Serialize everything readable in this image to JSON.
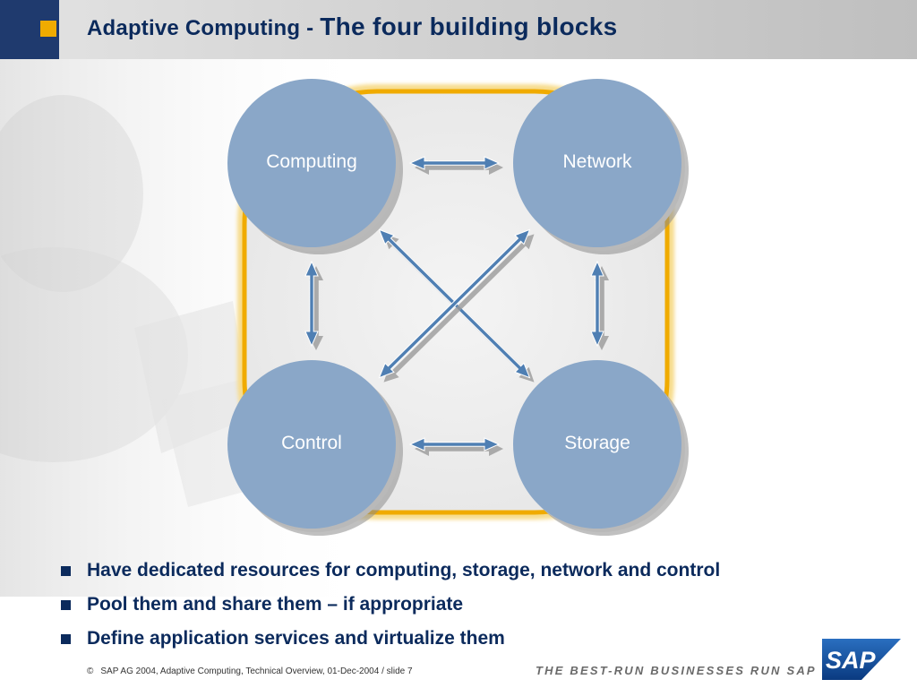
{
  "header": {
    "title_part1": "Adaptive Computing - ",
    "title_part2": "The four building blocks"
  },
  "diagram": {
    "nodes": [
      {
        "id": "computing",
        "label": "Computing"
      },
      {
        "id": "network",
        "label": "Network"
      },
      {
        "id": "control",
        "label": "Control"
      },
      {
        "id": "storage",
        "label": "Storage"
      }
    ],
    "connections": [
      [
        "computing",
        "network"
      ],
      [
        "control",
        "storage"
      ],
      [
        "computing",
        "control"
      ],
      [
        "network",
        "storage"
      ],
      [
        "computing",
        "storage"
      ],
      [
        "network",
        "control"
      ]
    ],
    "colors": {
      "node_fill": "#8aa7c8",
      "ring": "#f0ab00",
      "arrow": "#4f7fb3",
      "arrow_shadow": "#9a9a9a"
    }
  },
  "bullets": [
    "Have dedicated resources for computing, storage, network and control",
    "Pool them and share them – if appropriate",
    "Define application services and virtualize them"
  ],
  "footer": {
    "copyright_symbol": "©",
    "copyright": "SAP AG 2004, Adaptive Computing, Technical Overview, 01-Dec-2004  / slide 7",
    "tagline": "THE BEST-RUN BUSINESSES RUN SAP",
    "logo_text": "SAP",
    "registered": "®"
  },
  "colors": {
    "header_bar": "#1f3a6e",
    "accent": "#f0ab00",
    "title": "#0b2a5c"
  }
}
